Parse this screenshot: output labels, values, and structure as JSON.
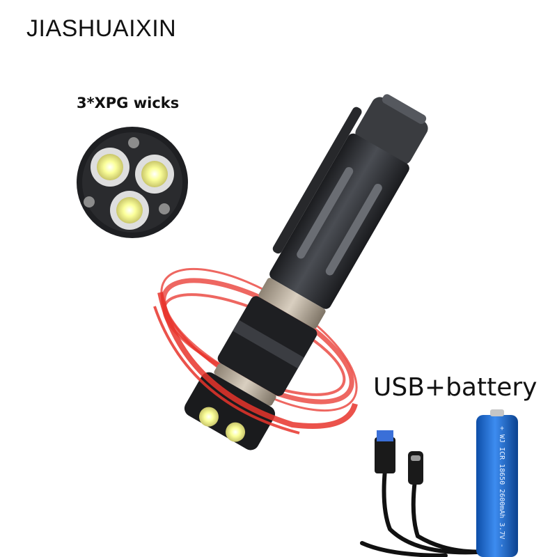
{
  "brand": "JIASHUAIXIN",
  "wicks_label": "3*XPG wicks",
  "accessory_label": "USB+battery",
  "battery_label": "+ WJ ICR 18650 2600mAh 3.7V -",
  "colors": {
    "accent_red": "#e8342c",
    "body": "#2d2f33",
    "battery": "#1f6fd1"
  }
}
